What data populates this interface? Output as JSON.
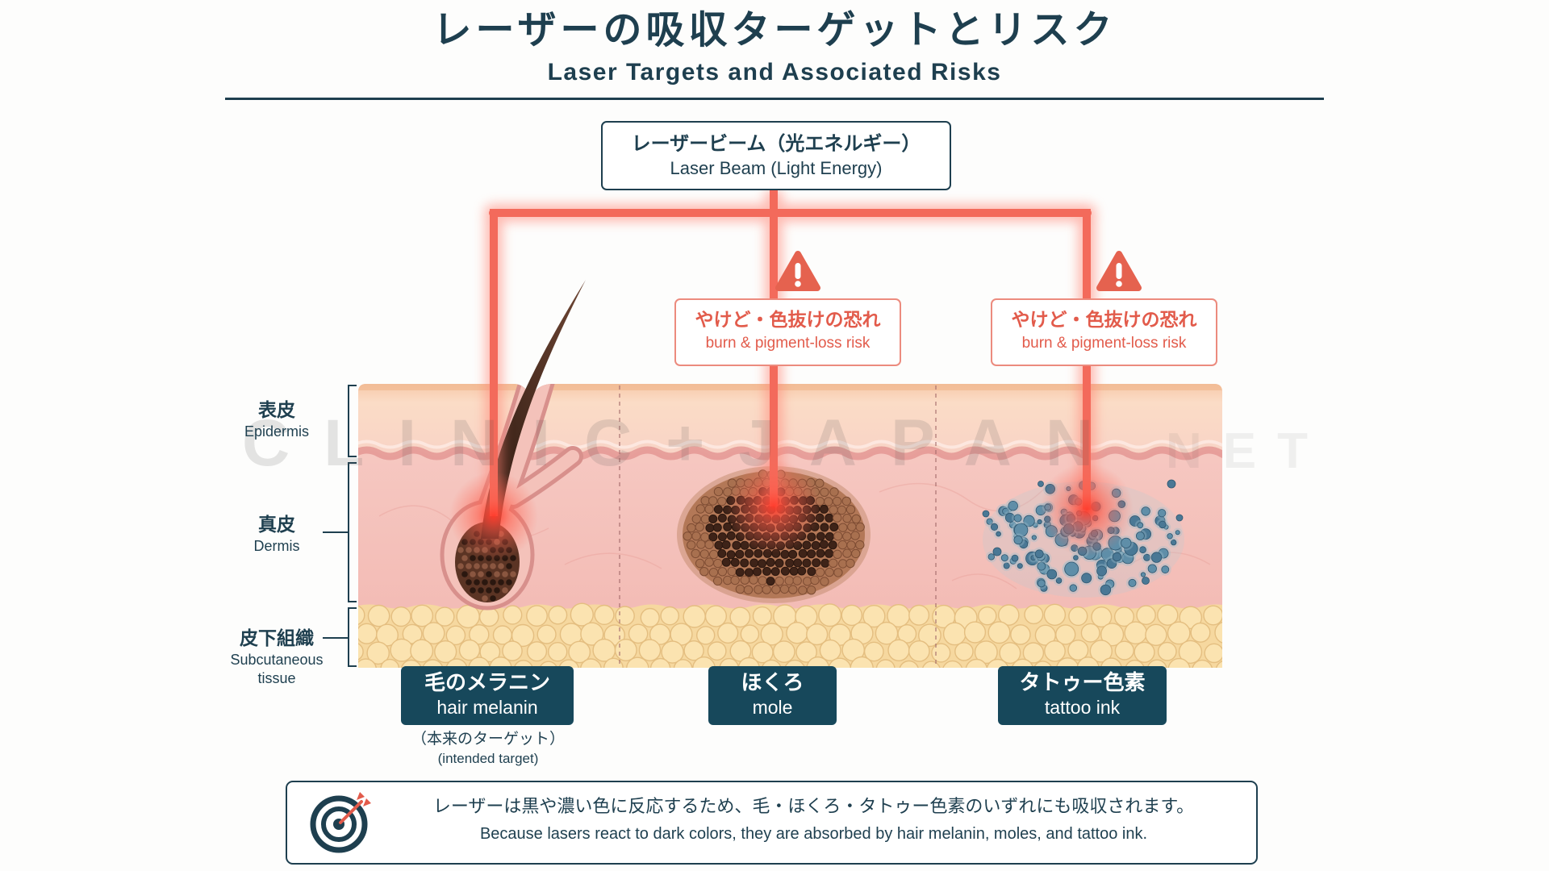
{
  "title": {
    "ja": "レーザーの吸収ターゲットとリスク",
    "en": "Laser Targets and Associated Risks"
  },
  "beam": {
    "ja": "レーザービーム（光エネルギー）",
    "en": "Laser Beam (Light Energy)"
  },
  "risks": [
    {
      "ja": "やけど・色抜けの恐れ",
      "en": "burn & pigment-loss risk",
      "icon": "warning-icon"
    },
    {
      "ja": "やけど・色抜けの恐れ",
      "en": "burn & pigment-loss risk",
      "icon": "warning-icon"
    }
  ],
  "layers": [
    {
      "ja": "表皮",
      "en": "Epidermis"
    },
    {
      "ja": "真皮",
      "en": "Dermis"
    },
    {
      "ja": "皮下組織",
      "en": "Subcutaneous tissue"
    }
  ],
  "targets": [
    {
      "ja": "毛のメラニン",
      "en": "hair melanin",
      "note_ja": "（本来のターゲット）",
      "note_en": "(intended target)"
    },
    {
      "ja": "ほくろ",
      "en": "mole"
    },
    {
      "ja": "タトゥー色素",
      "en": "tattoo ink"
    }
  ],
  "info": {
    "icon": "target-icon",
    "ja": "レーザーは黒や濃い色に反応するため、毛・ほくろ・タトゥー色素のいずれにも吸収されます。",
    "en": "Because lasers react to dark colors, they are absorbed by hair melanin, moles, and tattoo ink."
  },
  "watermark": {
    "main": "CLINIC+JAPAN",
    "sub": "NET"
  },
  "colors": {
    "primary": "#1e3f4f",
    "accent_red": "#e25b4b",
    "label_bg": "#17485b",
    "risk_border": "#ec8b7e",
    "beam": "#f36a5b"
  }
}
